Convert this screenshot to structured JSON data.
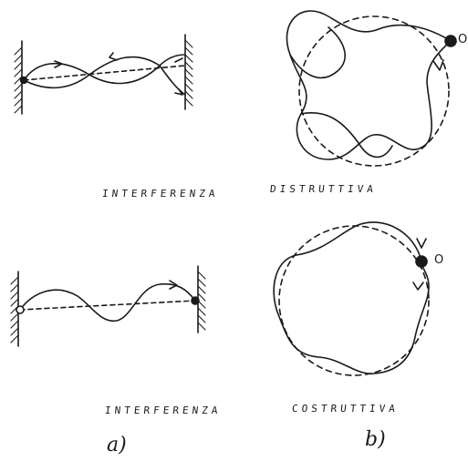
{
  "captions": {
    "top_left": "INTERFERENZA",
    "top_right": "DISTRUTTIVA",
    "bottom_left": "INTERFERENZA",
    "bottom_right": "COSTRUTTIVA"
  },
  "panel_labels": {
    "a": "a)",
    "b": "b)"
  },
  "point_labels": {
    "top_orbit": "O",
    "bottom_orbit": "O"
  }
}
